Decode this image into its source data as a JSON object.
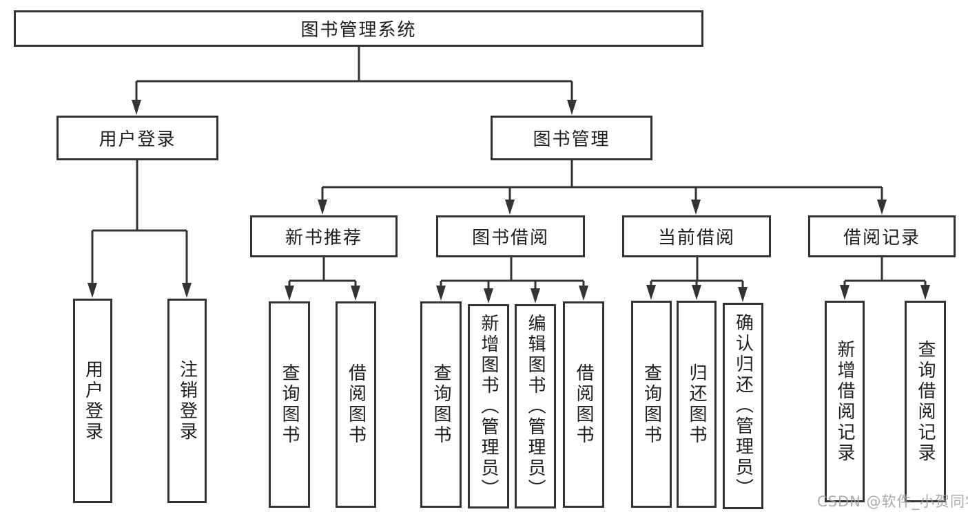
{
  "colors": {
    "line": "#333333",
    "box_border": "#333333",
    "text": "#1e1e1e",
    "background": "#ffffff",
    "watermark": "#9e9e9e"
  },
  "diagram": {
    "root": {
      "label": "图书管理系统"
    },
    "branches": [
      {
        "label": "用户登录",
        "children": [
          {
            "label": "用户登录"
          },
          {
            "label": "注销登录"
          }
        ]
      },
      {
        "label": "图书管理",
        "children": [
          {
            "label": "新书推荐",
            "children": [
              {
                "label": "查询图书"
              },
              {
                "label": "借阅图书"
              }
            ]
          },
          {
            "label": "图书借阅",
            "children": [
              {
                "label": "查询图书"
              },
              {
                "label": "新增图书（管理员）"
              },
              {
                "label": "编辑图书（管理员）"
              },
              {
                "label": "借阅图书"
              }
            ]
          },
          {
            "label": "当前借阅",
            "children": [
              {
                "label": "查询图书"
              },
              {
                "label": "归还图书"
              },
              {
                "label": "确认归还（管理员）"
              }
            ]
          },
          {
            "label": "借阅记录",
            "children": [
              {
                "label": "新增借阅记录"
              },
              {
                "label": "查询借阅记录"
              }
            ]
          }
        ]
      }
    ]
  },
  "watermark": {
    "text": "CSDN @软件_小贺同学"
  }
}
